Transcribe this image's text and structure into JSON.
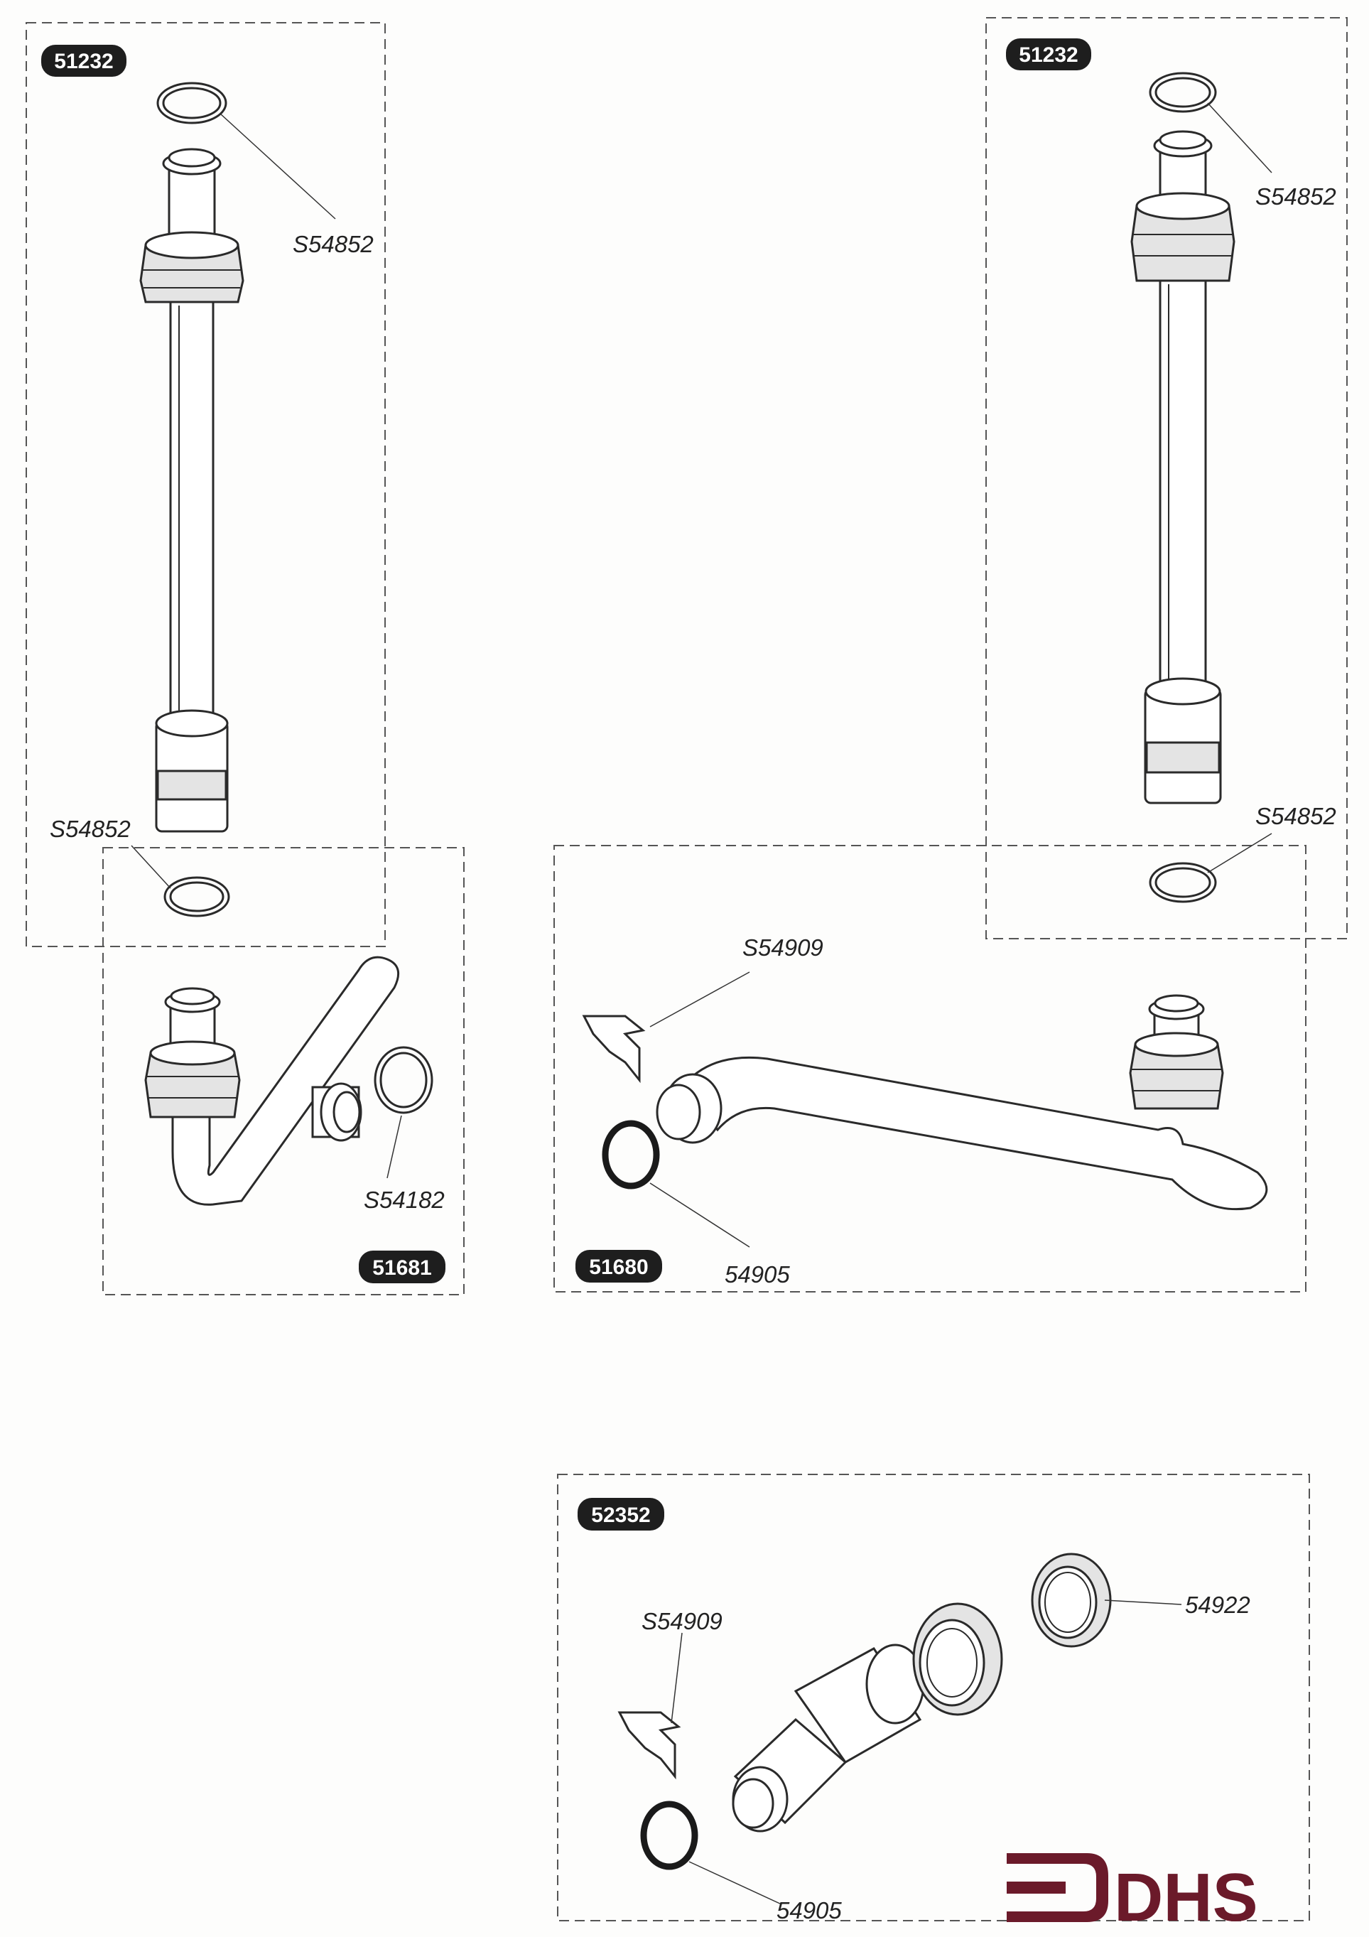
{
  "groups": [
    {
      "id": "g1",
      "part_number": "51232",
      "labels": [
        "S54852",
        "S54852"
      ]
    },
    {
      "id": "g2",
      "part_number": "51232",
      "labels": [
        "S54852",
        "S54852"
      ]
    },
    {
      "id": "g3",
      "part_number": "51681",
      "labels": [
        "S54182"
      ]
    },
    {
      "id": "g4",
      "part_number": "51680",
      "labels": [
        "S54909",
        "54905"
      ]
    },
    {
      "id": "g5",
      "part_number": "52352",
      "labels": [
        "S54909",
        "54922",
        "54905"
      ]
    }
  ],
  "logo": {
    "text": "DHS",
    "color": "#6b1a2a"
  }
}
